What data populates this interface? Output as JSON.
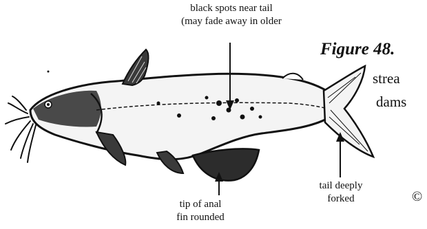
{
  "labels": {
    "black_spots_line1": "black spots near tail",
    "black_spots_line2": "(may fade away in older",
    "anal_fin_line1": "tip of anal",
    "anal_fin_line2": "fin rounded",
    "tail_line1": "tail deeply",
    "tail_line2": "forked"
  },
  "caption": {
    "figure_title": "Figure  48.",
    "text_line1": "strea",
    "text_line2": "dams",
    "copyright_symbol": "©"
  },
  "illustration": {
    "subject": "catfish",
    "ink_color": "#111111"
  }
}
